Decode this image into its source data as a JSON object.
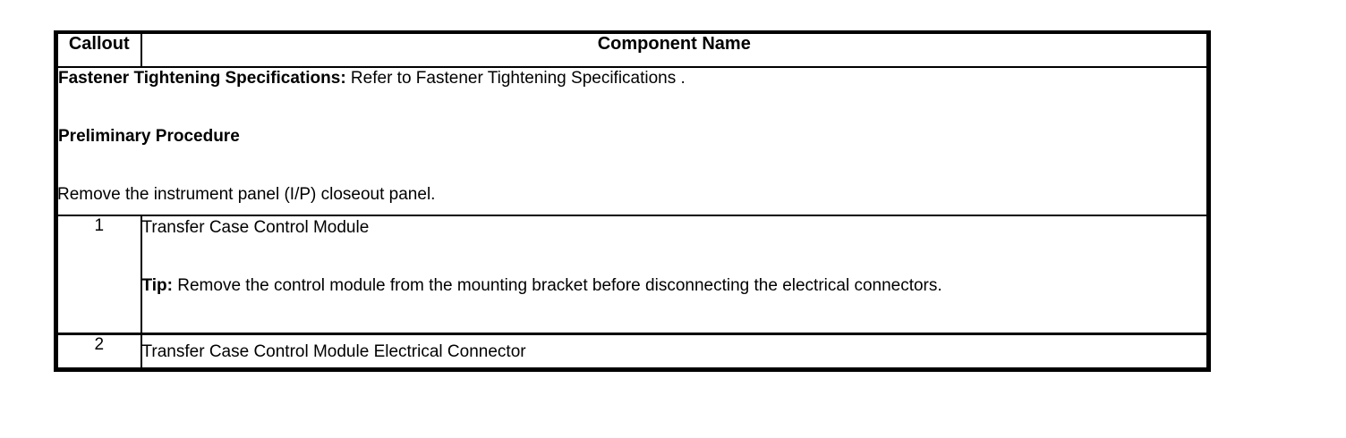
{
  "table": {
    "headers": {
      "callout": "Callout",
      "component_name": "Component Name"
    },
    "notes_row": {
      "fastener_label": "Fastener Tightening Specifications:",
      "fastener_text": " Refer to Fastener Tightening Specifications .",
      "preliminary_heading": "Preliminary Procedure",
      "preliminary_step": "Remove the instrument panel (I/P) closeout panel."
    },
    "rows": [
      {
        "callout": "1",
        "component_name": "Transfer Case Control Module",
        "tip_label": "Tip:",
        "tip_text": " Remove the control module from the mounting bracket before disconnecting the electrical connectors."
      },
      {
        "callout": "2",
        "component_name": "Transfer Case Control Module Electrical Connector"
      }
    ]
  },
  "colors": {
    "border": "#000000",
    "background": "#ffffff",
    "text": "#000000"
  }
}
